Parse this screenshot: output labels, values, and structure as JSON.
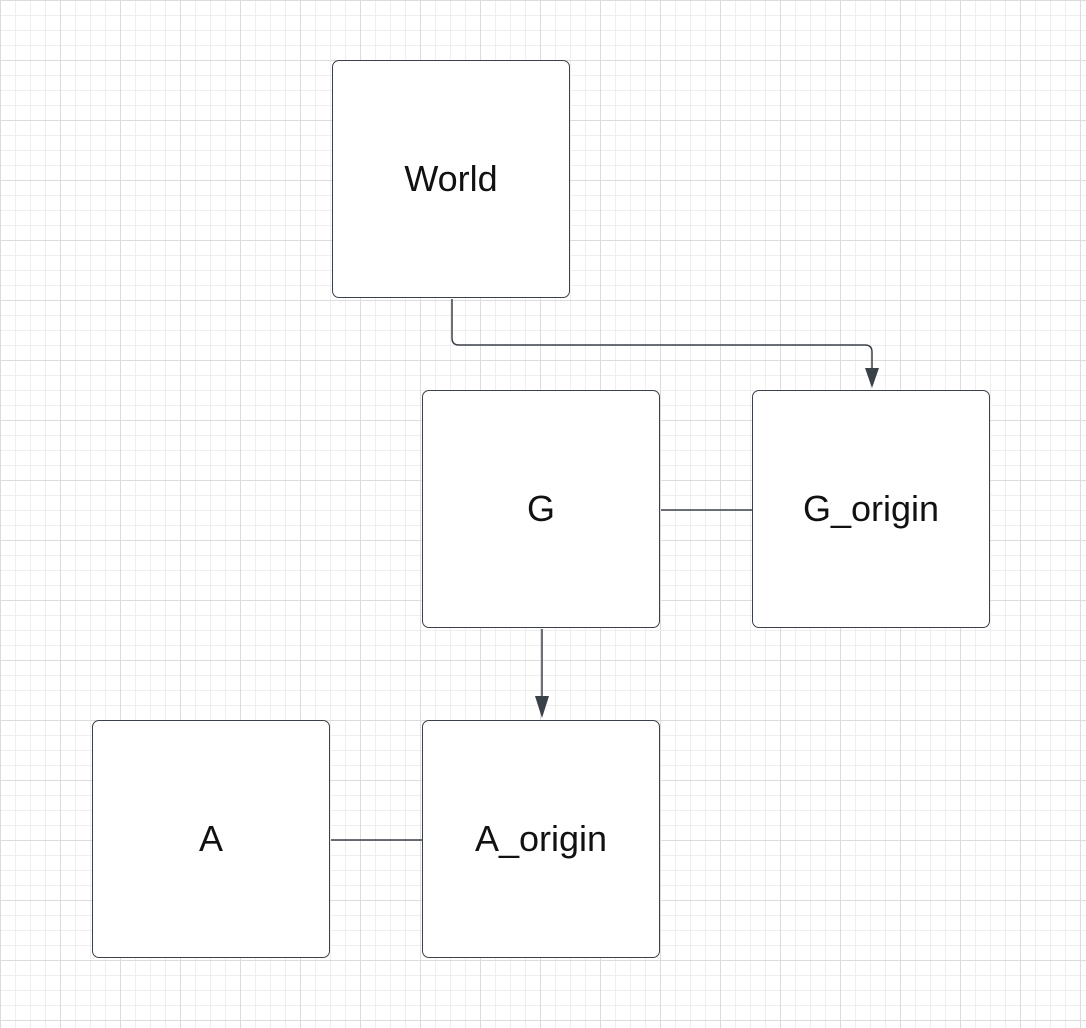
{
  "diagram": {
    "type": "flowchart",
    "colors": {
      "node_border": "#3a4149",
      "connector": "#3a4149",
      "background": "#ffffff",
      "grid_major": "#dcdcdc",
      "grid_minor": "#eeeeee"
    },
    "nodes": {
      "world": {
        "label": "World"
      },
      "g": {
        "label": "G"
      },
      "g_origin": {
        "label": "G_origin"
      },
      "a": {
        "label": "A"
      },
      "a_origin": {
        "label": "A_origin"
      }
    },
    "edges": [
      {
        "from": "World",
        "to": "G_origin",
        "arrow": true
      },
      {
        "from": "G",
        "to": "G_origin",
        "arrow": false
      },
      {
        "from": "G",
        "to": "A_origin",
        "arrow": true
      },
      {
        "from": "A",
        "to": "A_origin",
        "arrow": false
      }
    ]
  }
}
